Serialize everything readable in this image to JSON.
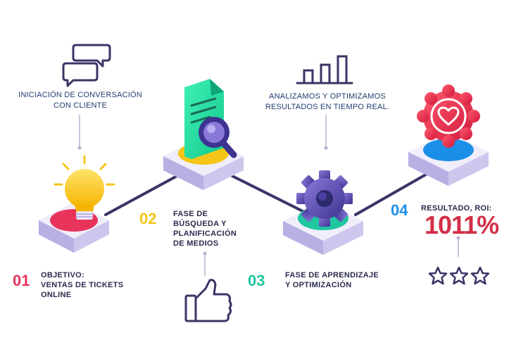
{
  "steps": [
    {
      "number": "01",
      "title_lines": [
        "OBJETIVO:",
        "VENTAS DE TICKETS",
        "ONLINE"
      ]
    },
    {
      "number": "02",
      "title_lines": [
        "FASE DE",
        "BÚSQUEDA Y",
        "PLANIFICACIÓN",
        "DE MEDIOS"
      ]
    },
    {
      "number": "03",
      "title_lines": [
        "FASE DE APRENDIZAJE",
        "Y OPTIMIZACIÓN"
      ]
    },
    {
      "number": "04",
      "title_lines": [
        "RESULTADO, ROI:"
      ],
      "value": "1011%"
    }
  ],
  "captions": {
    "conversation": [
      "INICIACIÓN DE CONVERSACIÓN",
      "CON CLIENTE"
    ],
    "analysis": [
      "ANALIZAMOS Y OPTIMIZAMOS",
      "RESULTADOS EN TIEMPO REAL."
    ]
  },
  "colors": {
    "step1": "#e8335a",
    "step2": "#f5c518",
    "step3": "#1fc6a0",
    "step4": "#1b8fe8",
    "roi": "#d32f47",
    "connector": "#3b3466",
    "platform_top": "#f1eefb",
    "platform_side": "#cfc6ee"
  },
  "icons": [
    "chat-bubbles-icon",
    "lightbulb-icon",
    "document-search-icon",
    "thumbs-up-icon",
    "bar-chart-icon",
    "gear-icon",
    "heart-badge-icon",
    "star-icon"
  ],
  "rating": {
    "stars": 3
  }
}
